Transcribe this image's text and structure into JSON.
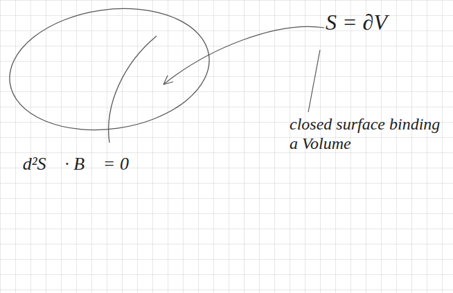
{
  "diagram": {
    "labels": [
      "S = ∂V",
      "closed surface binding a Volume",
      "∮ d²S⃗ · B⃗ = 0"
    ]
  }
}
